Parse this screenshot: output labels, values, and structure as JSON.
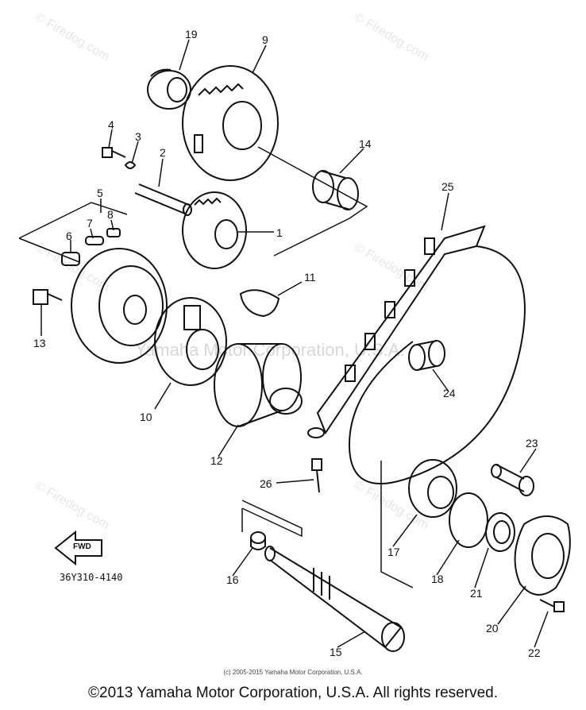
{
  "diagram": {
    "watermark_text": "© Firedog.com",
    "center_watermark": "Yamaha Motor Corporation, U.S.A.",
    "part_code": "36Y310-4140",
    "fwd_label": "FWD",
    "small_copyright": "(c) 2005-2015 Yamaha Motor Corporation, U.S.A.",
    "copyright": "©2013 Yamaha Motor Corporation, U.S.A. All rights reserved.",
    "labels": [
      "19",
      "9",
      "4",
      "3",
      "2",
      "14",
      "25",
      "5",
      "7",
      "8",
      "1",
      "6",
      "13",
      "11",
      "10",
      "24",
      "12",
      "26",
      "23",
      "17",
      "16",
      "18",
      "21",
      "20",
      "15",
      "22"
    ]
  }
}
